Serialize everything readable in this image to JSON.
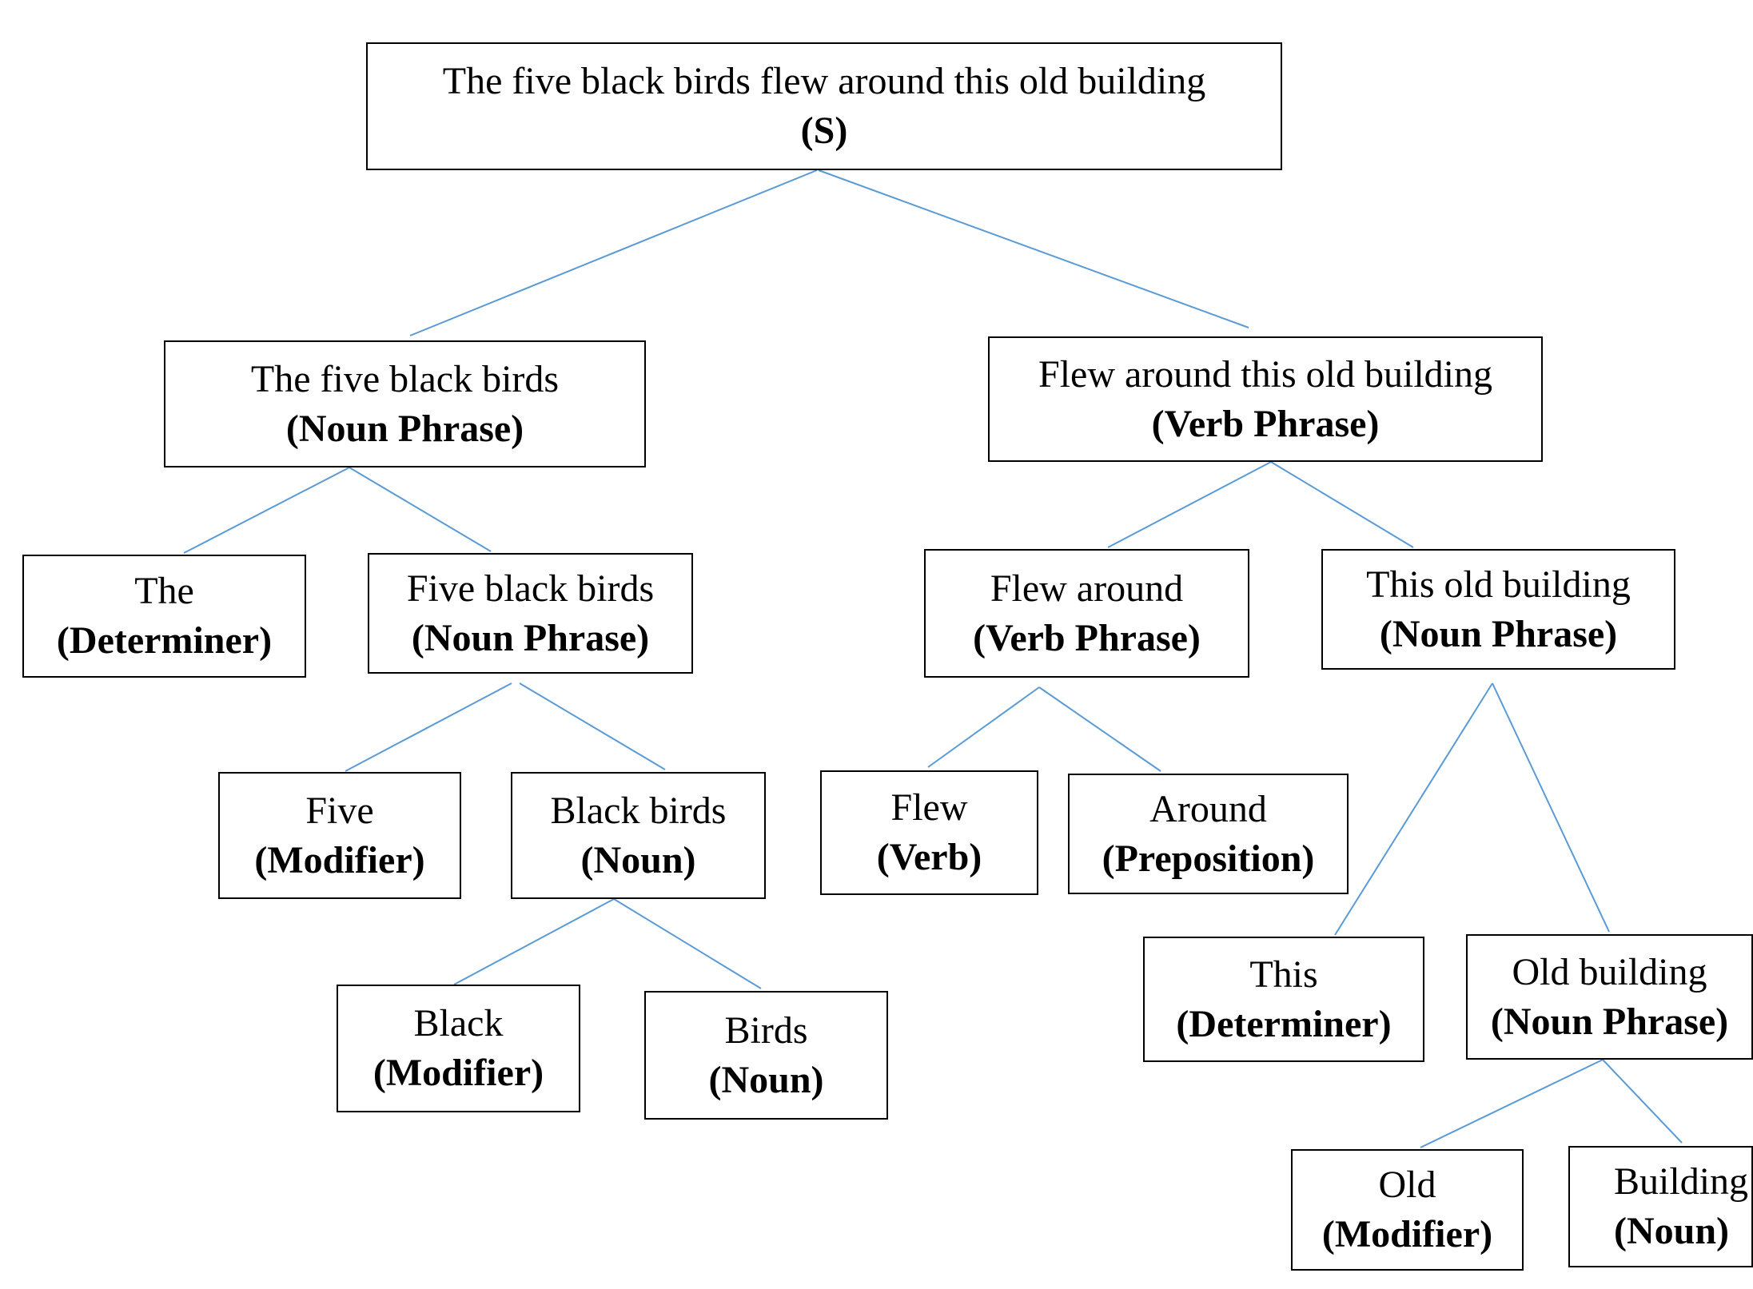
{
  "nodes": {
    "s": {
      "word": "The five black birds flew around this old building",
      "role": "(S)"
    },
    "np1": {
      "word": "The five black birds",
      "role": "(Noun Phrase)"
    },
    "vp1": {
      "word": "Flew around this old building",
      "role": "(Verb Phrase)"
    },
    "the": {
      "word": "The",
      "role": "(Determiner)"
    },
    "np2": {
      "word": "Five black birds",
      "role": "(Noun Phrase)"
    },
    "vp2": {
      "word": "Flew around",
      "role": "(Verb Phrase)"
    },
    "np3": {
      "word": "This old building",
      "role": "(Noun Phrase)"
    },
    "five": {
      "word": "Five",
      "role": "(Modifier)"
    },
    "blackbirds": {
      "word": "Black birds",
      "role": "(Noun)"
    },
    "flew": {
      "word": "Flew",
      "role": "(Verb)"
    },
    "around": {
      "word": "Around",
      "role": "(Preposition)"
    },
    "this": {
      "word": "This",
      "role": "(Determiner)"
    },
    "np4": {
      "word": "Old building",
      "role": "(Noun Phrase)"
    },
    "black": {
      "word": "Black",
      "role": "(Modifier)"
    },
    "birds": {
      "word": "Birds",
      "role": "(Noun)"
    },
    "old": {
      "word": "Old",
      "role": "(Modifier)"
    },
    "building": {
      "word": "Building",
      "role": "(Noun)"
    }
  },
  "edges": [
    [
      "s",
      "np1"
    ],
    [
      "s",
      "vp1"
    ],
    [
      "np1",
      "the"
    ],
    [
      "np1",
      "np2"
    ],
    [
      "np2",
      "five"
    ],
    [
      "np2",
      "blackbirds"
    ],
    [
      "blackbirds",
      "black"
    ],
    [
      "blackbirds",
      "birds"
    ],
    [
      "vp1",
      "vp2"
    ],
    [
      "vp1",
      "np3"
    ],
    [
      "vp2",
      "flew"
    ],
    [
      "vp2",
      "around"
    ],
    [
      "np3",
      "this"
    ],
    [
      "np3",
      "np4"
    ],
    [
      "np4",
      "old"
    ],
    [
      "np4",
      "building"
    ]
  ],
  "colors": {
    "connector": "#5b9bd5",
    "border": "#000000",
    "text": "#000000"
  }
}
